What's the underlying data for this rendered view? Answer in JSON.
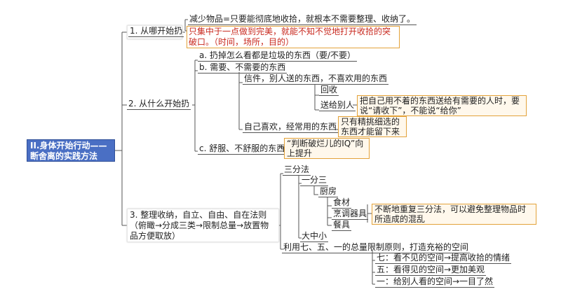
{
  "root": "II.身体开始行动——断舍离的实践方法",
  "b1": {
    "label": "1. 从哪开始扔",
    "c1": "减少物品=只要能彻底地收拾，就根本不需要整理、收纳了。",
    "c2": "只集中于一点做到完美，就能不知不觉地打开收拾的突破口。（时间，场所，目的）"
  },
  "b2": {
    "label": "2. 从什么开始扔",
    "a": "a. 扔掉怎么看都是垃圾的东西（要/不要）",
    "b": "b. 需要、不需要的东西",
    "b_letters": "信件，别人送的东西，不喜欢用的东西",
    "b_recycle": "回收",
    "b_gift": "送给别人",
    "note_gift": "把自己用不着的东西送给有需要的人时，要说“请收下”，不能说“给你”",
    "b_favorite": "自己喜欢，经常用的东西",
    "note_favorite": "只有精挑细选的东西才能留下来",
    "c": "c. 舒服、不舒服的东西",
    "note_c": "“判断破烂儿的IQ”向上提升"
  },
  "b3": {
    "label": "3. 整理收纳，自立、自由、自在法则（俯瞰→分成三类→限制总量→放置物品方便取放）",
    "three": "三分法",
    "one_three": "一分三",
    "kitchen": "厨房",
    "food": "食材",
    "cookware": "烹调器具",
    "tableware": "餐具",
    "note_three": "不断地重复三分法，可以避免整理物品时所造成的混乱",
    "sml": "大中小",
    "rule": "利用七、五、一的总量限制原则，打造充裕的空间",
    "seven": "七：看不见的空间→提高收拾的情绪",
    "five": "五：看得见的空间→更加美观",
    "one": "一：给别人看的空间→一目了然"
  }
}
